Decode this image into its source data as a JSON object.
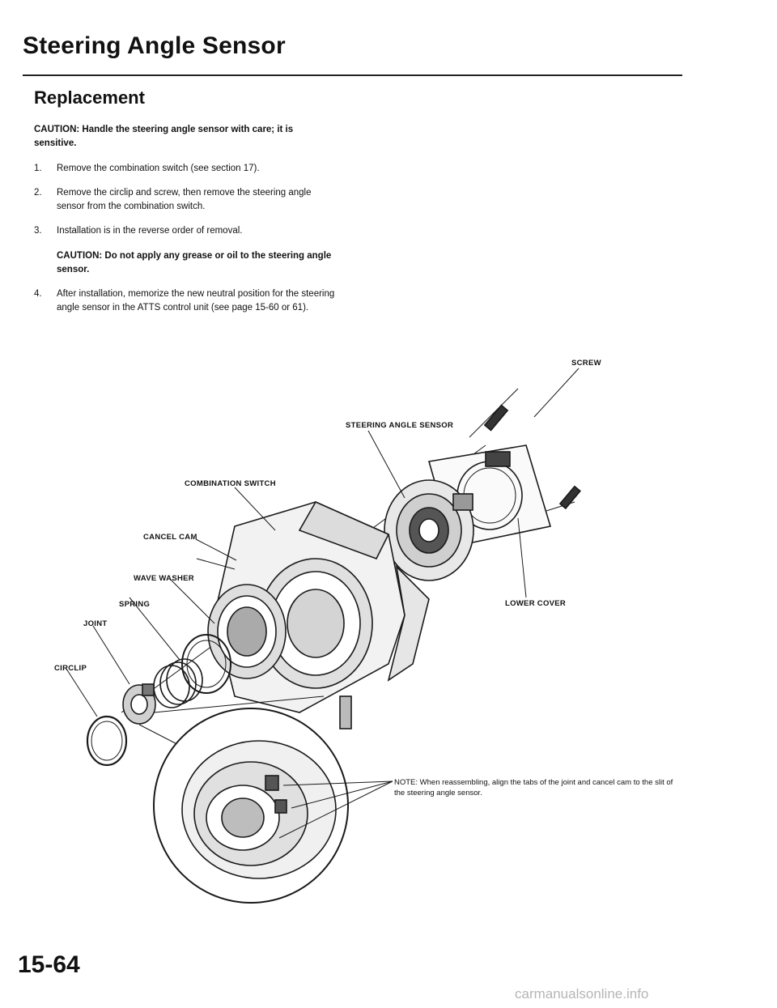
{
  "header": {
    "title": "Steering Angle Sensor",
    "subtitle": "Replacement"
  },
  "content": {
    "caution": "CAUTION: Handle the steering angle sensor with care; it is sensitive.",
    "steps": [
      {
        "num": "1.",
        "text": "Remove the combination switch (see section 17)."
      },
      {
        "num": "2.",
        "text": "Remove the circlip and screw, then remove the steering angle sensor from the combination switch."
      },
      {
        "num": "3.",
        "text": "Installation is in the reverse order of removal.",
        "caution": "CAUTION: Do not apply any grease or oil to the steering angle sensor."
      },
      {
        "num": "4.",
        "text": "After installation, memorize the new neutral position for the steering angle sensor in the ATTS control unit (see page 15-60 or 61)."
      }
    ]
  },
  "diagram": {
    "labels": {
      "screw": "SCREW",
      "steering_angle_sensor": "STEERING ANGLE SENSOR",
      "combination_switch": "COMBINATION SWITCH",
      "cancel_cam": "CANCEL CAM",
      "wave_washer": "WAVE WASHER",
      "spring": "SPRING",
      "joint": "JOINT",
      "circlip": "CIRCLIP",
      "lower_cover": "LOWER COVER"
    },
    "note": "NOTE: When reassembling, align the tabs of the joint and cancel cam to the slit of the steering angle sensor."
  },
  "footer": {
    "page_number": "15-64",
    "watermark": "carmanualsonline.info"
  }
}
